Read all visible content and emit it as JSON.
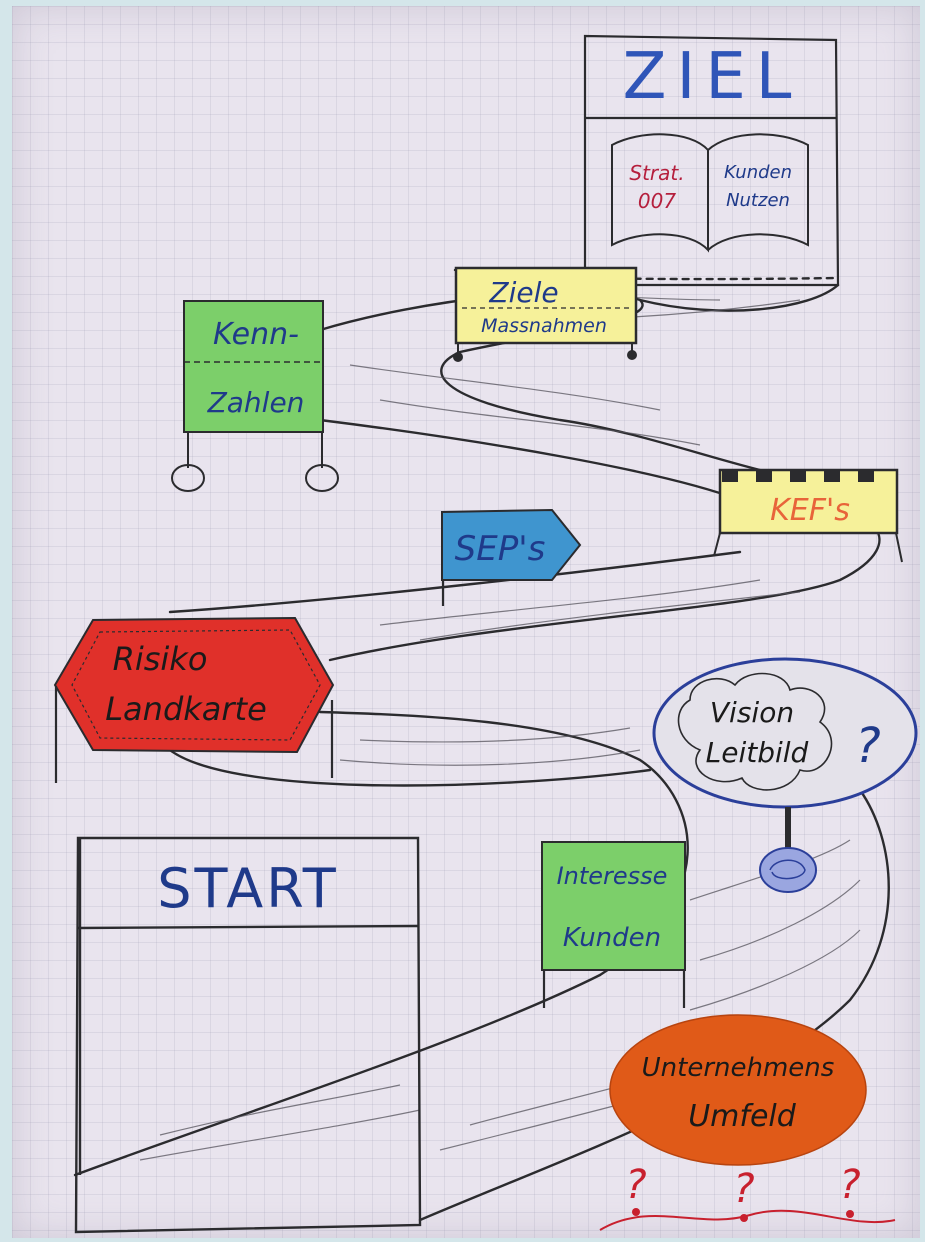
{
  "goal": {
    "title": "ZIEL",
    "left_page": [
      "Strat.",
      "007"
    ],
    "right_page": [
      "Kunden",
      "Nutzen"
    ]
  },
  "signs": {
    "ziele": [
      "Ziele",
      "Massnahmen"
    ],
    "kennzahlen": [
      "Kenn-",
      "Zahlen"
    ],
    "kefs": "KEF's",
    "seps": "SEP's",
    "risiko": [
      "Risiko",
      "Landkarte"
    ],
    "vision": [
      "Vision",
      "Leitbild"
    ],
    "vision_mark": "?",
    "interesse": [
      "Interesse",
      "Kunden"
    ],
    "umfeld": [
      "Unternehmens",
      "Umfeld"
    ],
    "umfeld_marks": [
      "?",
      "?",
      "?"
    ]
  },
  "start": {
    "title": "START"
  },
  "colors": {
    "paper": "#e9e4ee",
    "ink": "#2b2b2e",
    "blue_ink": "#1f3a8a",
    "yellow": "#f6f19a",
    "green": "#7ccf6a",
    "blue_sign": "#3f95cf",
    "red": "#e0302a",
    "orange": "#e05a18",
    "kef_text": "#e8643a",
    "red_ink": "#c8202e"
  }
}
